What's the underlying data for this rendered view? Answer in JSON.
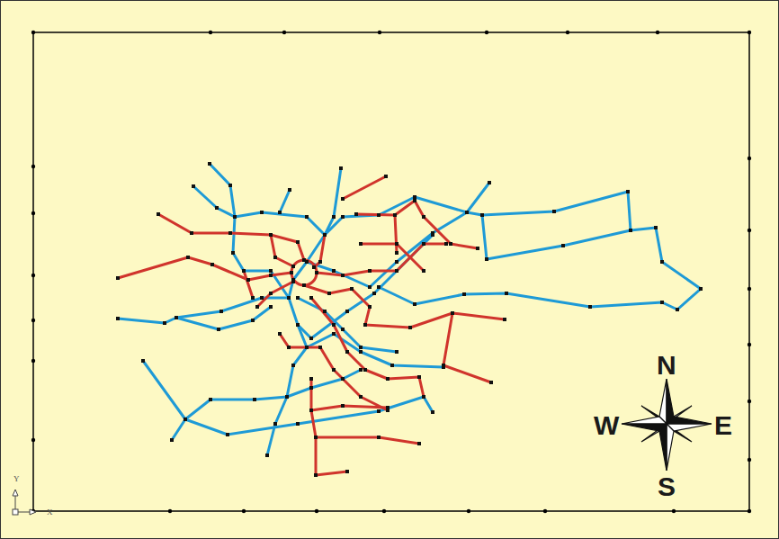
{
  "diagram": {
    "labels": [
      "N",
      "W",
      "E",
      "S",
      "Y",
      "X"
    ]
  }
}
